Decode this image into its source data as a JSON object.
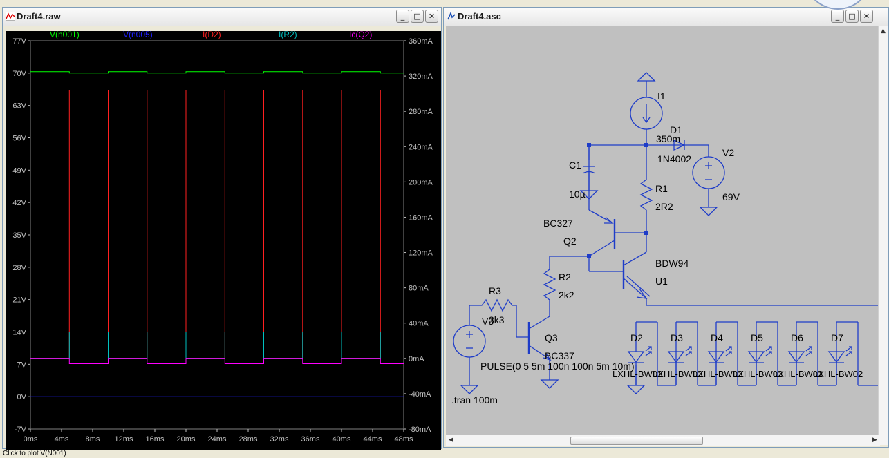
{
  "waveform_window": {
    "title": "Draft4.raw",
    "buttons": [
      "_",
      "□",
      "✕"
    ]
  },
  "schematic_window": {
    "title": "Draft4.asc",
    "buttons": [
      "_",
      "□",
      "✕"
    ]
  },
  "status_bar": {
    "text": "Click to plot V(N001)"
  },
  "chart_data": {
    "type": "line",
    "legend": [
      {
        "name": "V(n001)",
        "color": "#00ff00"
      },
      {
        "name": "V(n005)",
        "color": "#2020ff"
      },
      {
        "name": "I(D2)",
        "color": "#ff2020"
      },
      {
        "name": "I(R2)",
        "color": "#00c0c0"
      },
      {
        "name": "Ic(Q2)",
        "color": "#ff00ff"
      }
    ],
    "x_ticks": [
      "0ms",
      "4ms",
      "8ms",
      "12ms",
      "16ms",
      "20ms",
      "24ms",
      "28ms",
      "32ms",
      "36ms",
      "40ms",
      "44ms",
      "48ms"
    ],
    "y_left_ticks": [
      "77V",
      "70V",
      "63V",
      "56V",
      "49V",
      "42V",
      "35V",
      "28V",
      "21V",
      "14V",
      "7V",
      "0V",
      "-7V"
    ],
    "y_right_ticks": [
      "360mA",
      "320mA",
      "280mA",
      "240mA",
      "200mA",
      "160mA",
      "120mA",
      "80mA",
      "40mA",
      "0mA",
      "-40mA",
      "-80mA"
    ],
    "xlim": [
      0,
      48
    ],
    "ylim_left": [
      -7,
      77
    ],
    "ylim_right": [
      -80,
      360
    ],
    "period_ms": 10,
    "on_time_ms": 5,
    "first_rise_ms": 5,
    "series": [
      {
        "name": "V(n001)",
        "axis": "left",
        "high": 70,
        "low": 70.3
      },
      {
        "name": "V(n005)",
        "axis": "left",
        "high": 0,
        "low": 0,
        "note_levels": "0V off, ~0V"
      },
      {
        "name": "I(D2)",
        "axis": "right",
        "high": 304,
        "low": 0
      },
      {
        "name": "I(R2)",
        "axis": "right",
        "high": 30,
        "low": 0
      },
      {
        "name": "Ic(Q2)",
        "axis": "right",
        "high": -6,
        "low": 0
      }
    ]
  },
  "schematic": {
    "components": [
      {
        "ref": "I1",
        "value": "350m"
      },
      {
        "ref": "D1",
        "value": "1N4002"
      },
      {
        "ref": "V2",
        "value": "69V"
      },
      {
        "ref": "C1",
        "value": "10µ"
      },
      {
        "ref": "R1",
        "value": "2R2"
      },
      {
        "ref": "Q2",
        "value": "BC327"
      },
      {
        "ref": "U1",
        "value": "BDW94"
      },
      {
        "ref": "R2",
        "value": "2k2"
      },
      {
        "ref": "R3",
        "value": "3k3"
      },
      {
        "ref": "V3",
        "value": "PULSE(0 5 5m 100n 100n 5m 10m)"
      },
      {
        "ref": "Q3",
        "value": "BC337"
      }
    ],
    "leds": [
      "D2",
      "D3",
      "D4",
      "D5",
      "D6",
      "D7"
    ],
    "led_model": "LXHL-BW02",
    "directive": ".tran 100m"
  }
}
